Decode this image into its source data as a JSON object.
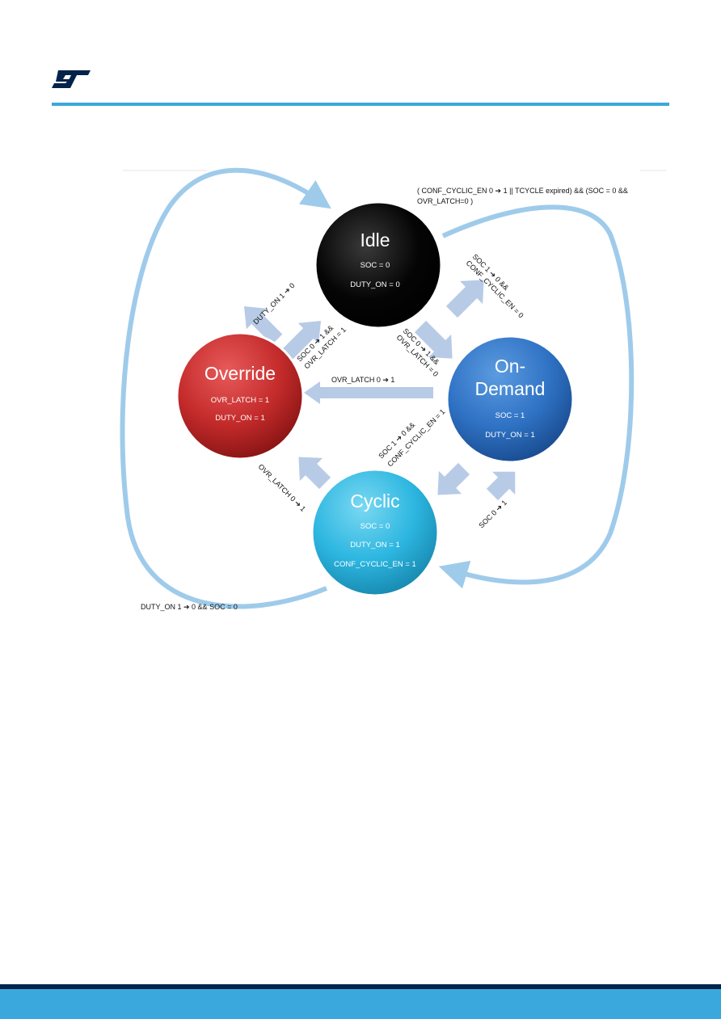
{
  "colors": {
    "accent": "#3aa8dc",
    "footer_dark": "#03234b",
    "idle": "#000000",
    "override": "#c0262b",
    "on_demand": "#2a6fbe",
    "cyclic": "#2cb6e0",
    "arrow": "#b7cbe6",
    "loop_arrow": "#9fcbeb"
  },
  "logo": {
    "icon": "st-logo-icon"
  },
  "diagram": {
    "states": {
      "idle": {
        "title": "Idle",
        "lines": [
          "SOC = 0",
          "DUTY_ON = 0"
        ]
      },
      "override": {
        "title": "Override",
        "lines": [
          "OVR_LATCH = 1",
          "DUTY_ON = 1"
        ]
      },
      "on_demand": {
        "title_lines": [
          "On-",
          "Demand"
        ],
        "lines": [
          "SOC = 1",
          "DUTY_ON = 1"
        ]
      },
      "cyclic": {
        "title": "Cyclic",
        "lines": [
          "SOC = 0",
          "DUTY_ON = 1",
          "CONF_CYCLIC_EN = 1"
        ]
      }
    },
    "transitions": {
      "idle_to_cyclic": [
        "( CONF_CYCLIC_EN 0 ➔ 1 || TCYCLE expired)  && (SOC = 0 &&",
        "OVR_LATCH=0 )"
      ],
      "idle_to_override": "DUTY_ON 1 ➔ 0",
      "override_to_idle": [
        "SOC 0 ➔ 1 &&",
        "OVR_LATCH = 1"
      ],
      "ondemand_to_idle": [
        "SOC   1      ➔    0   &&",
        "CONF_CYCLIC_EN = 0"
      ],
      "idle_to_ondemand": [
        "SOC 0 ➔ 1 &&",
        "OVR_LATCH = 0"
      ],
      "ondemand_to_override": "OVR_LATCH 0 ➔ 1",
      "ondemand_to_cyclic": [
        "SOC   1   ➔   0    &&",
        "CONF_CYCLIC_EN = 1"
      ],
      "cyclic_to_override": "OVR_LATCH 0 ➔ 1",
      "cyclic_to_ondemand": "SOC 0 ➔ 1",
      "cyclic_to_idle": "DUTY_ON 1 ➔ 0  && SOC = 0"
    }
  }
}
